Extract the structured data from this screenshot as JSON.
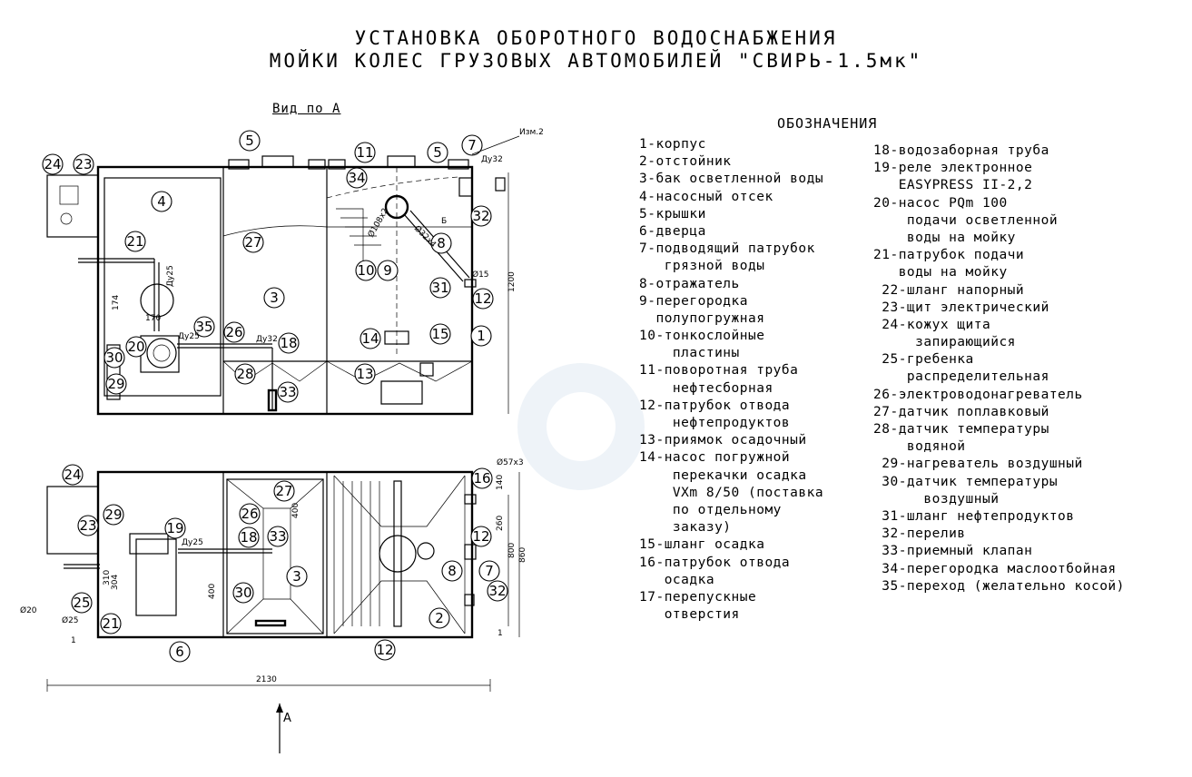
{
  "title": {
    "line1": "УСТАНОВКА ОБОРОТНОГО ВОДОСНАБЖЕНИЯ",
    "line2": "МОЙКИ КОЛЕС ГРУЗОВЫХ АВТОМОБИЛЕЙ \"СВИРЬ-1.5мк\""
  },
  "view_label": "Вид по А",
  "legend": {
    "heading": "ОБОЗНАЧЕНИЯ",
    "left": [
      "1-корпус",
      "2-отстойник",
      "3-бак осветленной воды",
      "4-насосный отсек",
      "5-крышки",
      "6-дверца",
      "7-подводящий патрубок",
      "   грязной воды",
      "8-отражатель",
      "9-перегородка",
      "  полупогружная",
      "10-тонкослойные",
      "    пластины",
      "11-поворотная труба",
      "    нефтесборная",
      "12-патрубок отвода",
      "    нефтепродуктов",
      "13-приямок осадочный",
      "14-насос погружной",
      "    перекачки осадка",
      "    VXm 8/50 (поставка",
      "    по отдельному",
      "    заказу)",
      "15-шланг осадка",
      "16-патрубок отвода",
      "   осадка",
      "17-перепускные",
      "   отверстия"
    ],
    "right": [
      "18-водозаборная труба",
      "19-реле электронное",
      "   EASYPRESS II-2,2",
      "20-насос PQm 100",
      "    подачи осветленной",
      "    воды на мойку",
      "21-патрубок подачи",
      "   воды на мойку",
      " 22-шланг напорный",
      " 23-щит электрический",
      " 24-кожух щита",
      "     запирающийся",
      " 25-гребенка",
      "    распределительная",
      "26-электроводонагреватель",
      "27-датчик поплавковый",
      "28-датчик температуры",
      "    водяной",
      " 29-нагреватель воздушный",
      " 30-датчик температуры",
      "      воздушный",
      " 31-шланг нефтепродуктов",
      " 32-перелив",
      " 33-приемный клапан",
      " 34-перегородка маслоотбойная",
      " 35-переход (желательно косой)"
    ]
  },
  "drawing": {
    "annotations": {
      "izm": "Изм.2",
      "du32_top": "Ду32",
      "du25_side": "Ду25",
      "du25_pipe": "Ду25",
      "du32_pipe": "Ду32",
      "dim_1200": "1200",
      "dim_2130": "2130",
      "dim_860": "860",
      "dim_800": "800",
      "dim_260": "260",
      "dim_140": "140",
      "dim_400": "400",
      "dim_400b": "400",
      "dim_174": "174",
      "dim_170": "170",
      "dim_304": "304",
      "dim_310": "310",
      "d57": "Ø57x3",
      "d20": "Ø20",
      "d25": "Ø25",
      "d15": "Ø15",
      "d108": "Ø108x2",
      "d32": "Ø32x4",
      "one_a": "1",
      "one_b": "1",
      "arrow_a": "А",
      "b_label": "Б"
    },
    "callouts_side": [
      "24",
      "23",
      "4",
      "5",
      "11",
      "5",
      "7",
      "34",
      "32",
      "21",
      "27",
      "8",
      "10",
      "9",
      "31",
      "12",
      "3",
      "14",
      "15",
      "1",
      "35",
      "26",
      "18",
      "20",
      "30",
      "13",
      "28",
      "33",
      "29"
    ],
    "callouts_plan": [
      "24",
      "29",
      "23",
      "19",
      "27",
      "26",
      "33",
      "18",
      "3",
      "16",
      "30",
      "12",
      "8",
      "7",
      "32",
      "2",
      "25",
      "21",
      "6",
      "12"
    ]
  },
  "colors": {
    "ink": "#000000",
    "paper": "#ffffff",
    "watermark": "#eef3f8"
  }
}
